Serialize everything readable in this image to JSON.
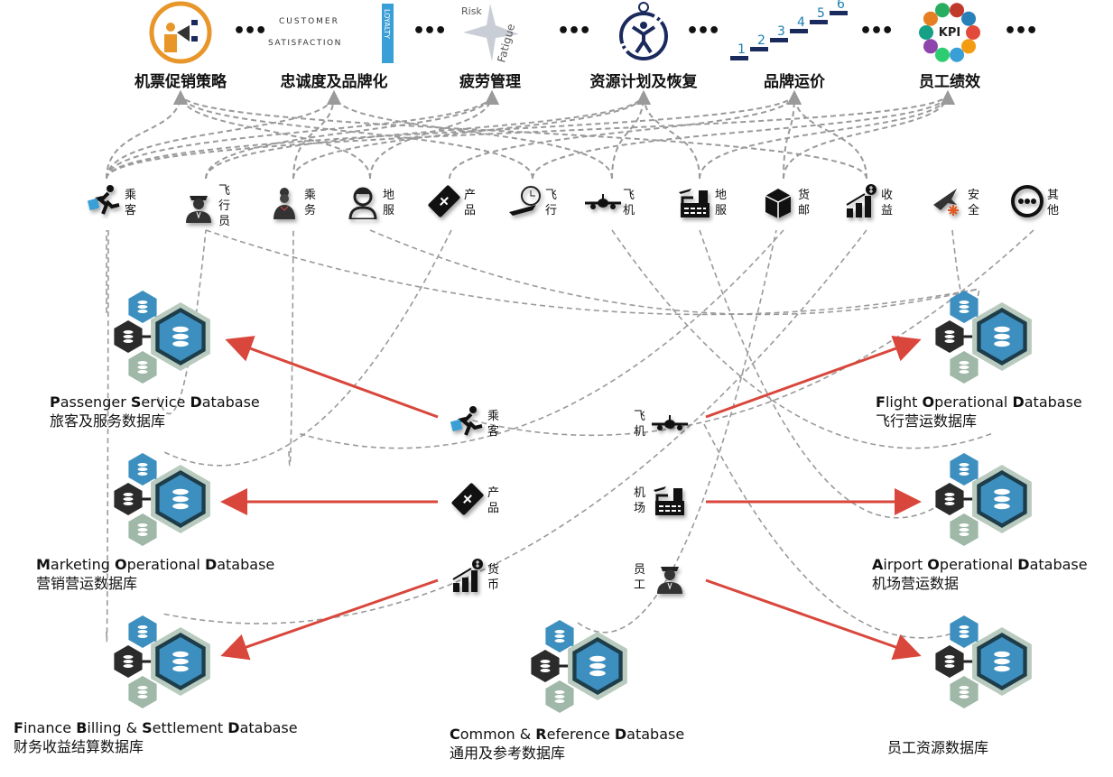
{
  "top_row": [
    {
      "label": "机票促销策略",
      "icon": "promotion-megaphone-icon"
    },
    {
      "label": "忠诚度及品牌化",
      "icon": "customer-loyalty-crossword-icon",
      "words": [
        "CUSTOMER",
        "SATISFACTION",
        "LOYALTY"
      ]
    },
    {
      "label": "疲劳管理",
      "icon": "fatigue-word-cloud-icon",
      "words": [
        "Risk",
        "Fatigue"
      ]
    },
    {
      "label": "资源计划及恢复",
      "icon": "stopwatch-person-icon"
    },
    {
      "label": "品牌运价",
      "icon": "staircase-steps-icon",
      "steps": [
        "1",
        "2",
        "3",
        "4",
        "5",
        "6"
      ]
    },
    {
      "label": "员工绩效",
      "icon": "kpi-circle-icon",
      "center": "KPI"
    }
  ],
  "ellipsis": "•••",
  "categories": [
    {
      "label": "乘客",
      "icon": "running-passenger-icon"
    },
    {
      "label": "飞行员",
      "icon": "pilot-icon"
    },
    {
      "label": "乘务",
      "icon": "flight-attendant-icon"
    },
    {
      "label": "地服",
      "icon": "ground-staff-icon"
    },
    {
      "label": "产品",
      "icon": "ticket-icon"
    },
    {
      "label": "飞行",
      "icon": "plane-clock-icon"
    },
    {
      "label": "飞机",
      "icon": "airplane-front-icon"
    },
    {
      "label": "地服",
      "icon": "airport-tower-icon"
    },
    {
      "label": "货邮",
      "icon": "cargo-box-icon"
    },
    {
      "label": "收益",
      "icon": "revenue-chart-icon"
    },
    {
      "label": "安全",
      "icon": "plane-safety-icon"
    },
    {
      "label": "其他",
      "icon": "more-icon"
    }
  ],
  "center_items": [
    {
      "label": "乘客",
      "icon": "running-passenger-icon"
    },
    {
      "label": "飞机",
      "icon": "airplane-front-icon"
    },
    {
      "label": "产品",
      "icon": "ticket-icon"
    },
    {
      "label": "机场",
      "icon": "airport-tower-icon"
    },
    {
      "label": "货币",
      "icon": "revenue-chart-icon"
    },
    {
      "label": "员工",
      "icon": "pilot-icon"
    }
  ],
  "databases": [
    {
      "en": "Passenger Service Database",
      "zh": "旅客及服务数据库"
    },
    {
      "en": "Marketing Operational Database",
      "zh": "营销营运数据库"
    },
    {
      "en": "Finance Billing & Settlement Database",
      "zh": "财务收益结算数据库"
    },
    {
      "en": "Flight Operational Database",
      "zh": "飞行营运数据库"
    },
    {
      "en": "Airport Operational Database",
      "zh": "机场营运数据"
    },
    {
      "en": "Common & Reference Database",
      "zh": "通用及参考数据库"
    },
    {
      "en": "",
      "zh": "员工资源数据库"
    }
  ],
  "colors": {
    "arrow": "#d9463b",
    "dashed": "#9a9a9a",
    "db_blue": "#3d8fbf",
    "db_dark": "#2b2b2b",
    "db_green": "#9fb8a8",
    "promo_orange": "#e8962a",
    "navy": "#1b2a5c"
  }
}
